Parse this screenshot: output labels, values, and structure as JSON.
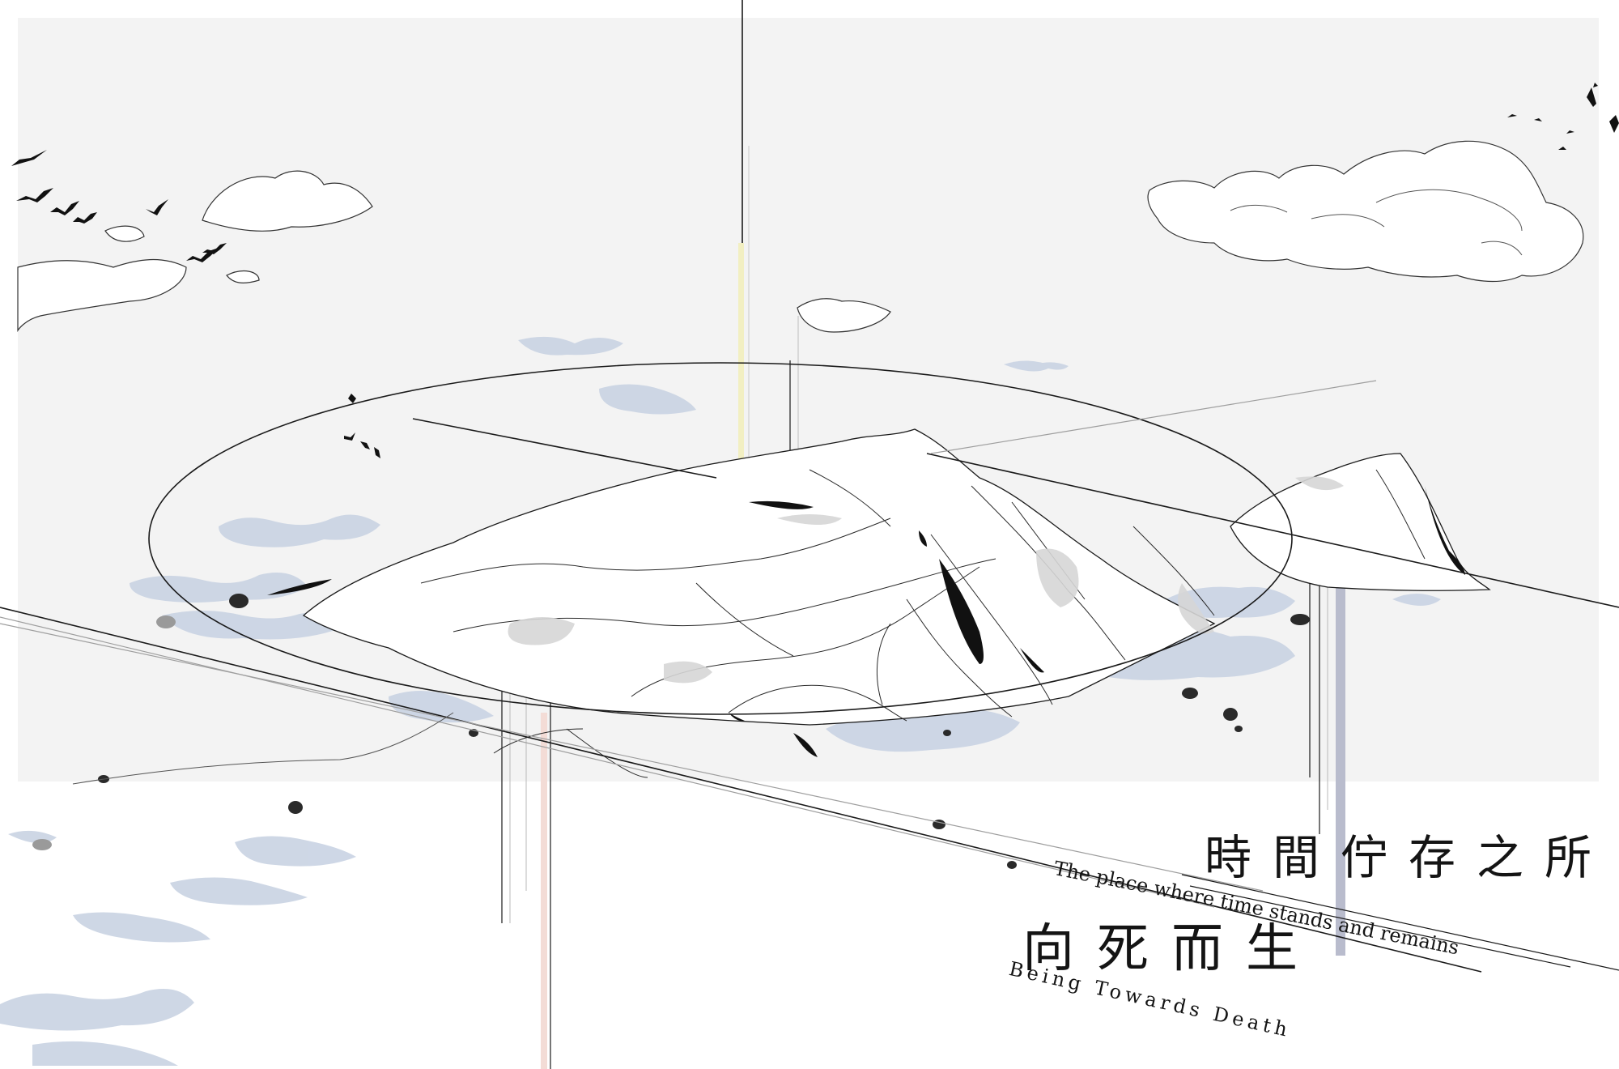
{
  "titles": {
    "main_cn": "時間佇存之所",
    "main_en": "The place where time stands and remains",
    "sub_cn": "向死而生",
    "sub_en": "Being Towards Death"
  },
  "colors": {
    "panel_gray": "#f3f3f3",
    "ink": "#141414",
    "water_blue": "#c9d3e3",
    "water_dark": "#9aa6bd",
    "accent_yellow": "#f2efc2",
    "accent_pink": "#f3dcd6",
    "accent_slate": "#b9bccd"
  },
  "icons": [
    "bird-icon",
    "cloud-outline",
    "mountain-outline",
    "orbit-ellipse"
  ]
}
